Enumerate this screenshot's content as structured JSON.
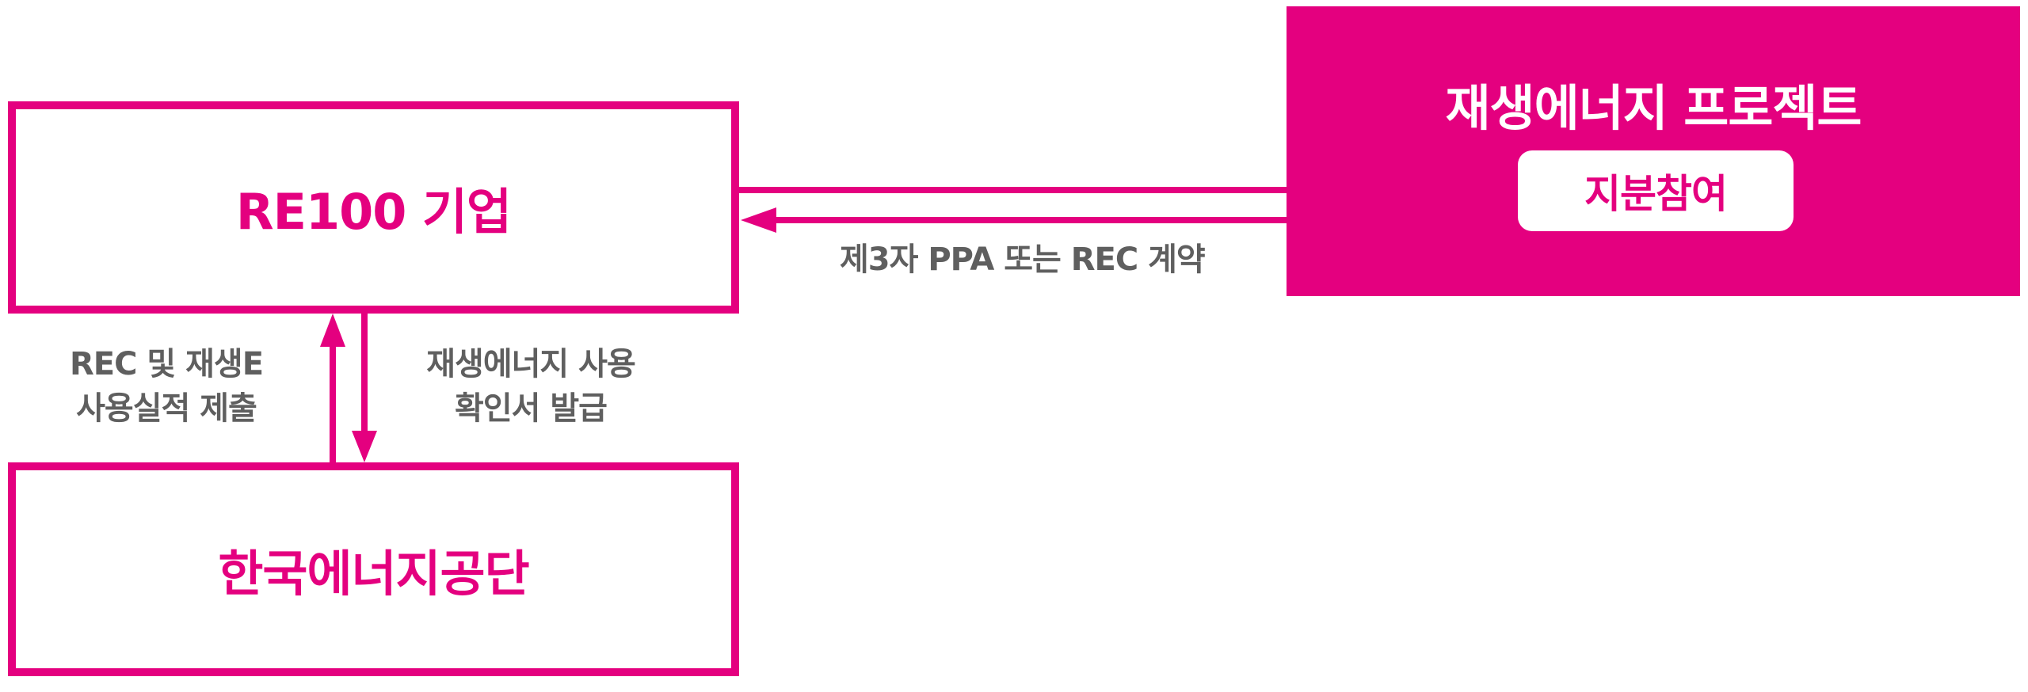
{
  "colors": {
    "accent": "#E4007F",
    "text_gray": "#5f5f5f",
    "background": "#ffffff"
  },
  "nodes": {
    "re100": {
      "label": "RE100 기업"
    },
    "kea": {
      "label": "한국에너지공단"
    },
    "project": {
      "label": "재생에너지 프로젝트",
      "equity_label": "지분참여"
    }
  },
  "edges": {
    "ppa_contract": {
      "label": "제3자 PPA 또는 REC 계약"
    },
    "submit": {
      "line1": "REC 및 재생E",
      "line2": "사용실적 제출"
    },
    "issue": {
      "line1": "재생에너지 사용",
      "line2": "확인서 발급"
    }
  }
}
